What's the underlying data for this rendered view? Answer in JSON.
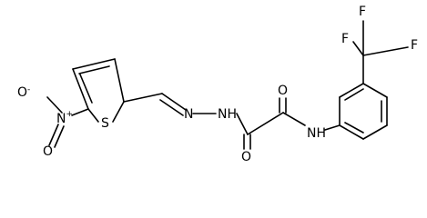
{
  "atoms": {
    "nitro_O_minus": "O",
    "nitro_charge": "-",
    "nitro_N": "N",
    "nitro_charge_plus": "+",
    "nitro_O": "O",
    "thiophene_S": "S",
    "hydrazone_N1": "N",
    "hydrazone_N2": "N",
    "hydrazone_H": "H",
    "carbonyl_O1": "O",
    "carbonyl_O2": "O",
    "amide_N": "N",
    "amide_H": "H",
    "F1": "F",
    "F2": "F",
    "F3": "F"
  }
}
